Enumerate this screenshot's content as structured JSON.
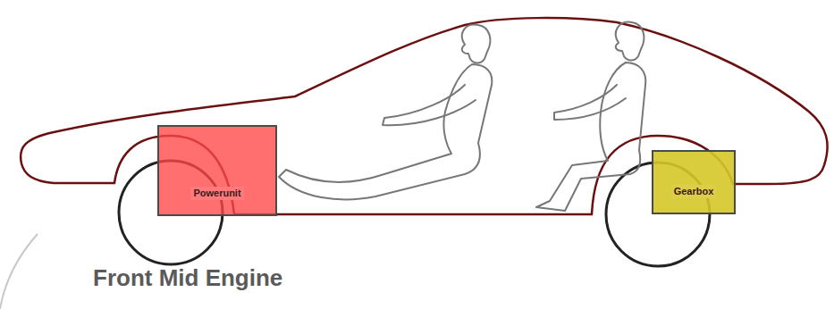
{
  "diagram": {
    "caption": "Front Mid Engine",
    "nodes": [
      {
        "text": [
          "Powerunit"
        ]
      },
      {
        "text": [
          "Gearbox"
        ]
      }
    ]
  }
}
